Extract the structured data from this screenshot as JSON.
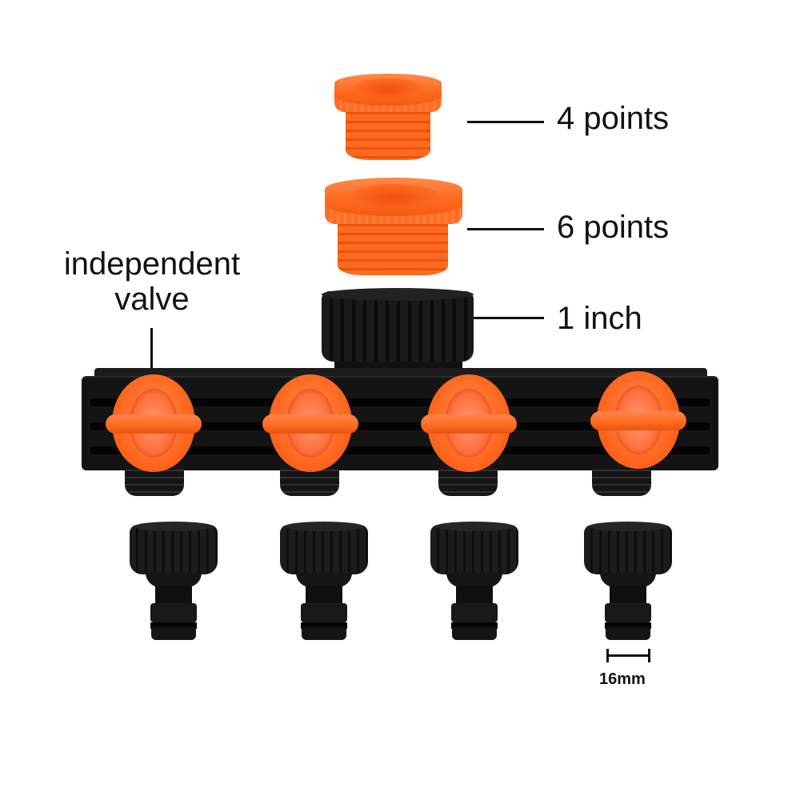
{
  "figure": {
    "type": "product-photo-annotated",
    "subject": "4-way garden hose manifold splitter with independent valves",
    "colors": {
      "background": "#ffffff",
      "orange_plastic": "#ff6a1f",
      "black_plastic": "#141414",
      "text": "#111111"
    }
  },
  "labels": {
    "adapter_small": "4 points",
    "adapter_large": "6 points",
    "inlet": "1 inch",
    "valve_line1": "independent",
    "valve_line2": "valve",
    "dimension": "16mm"
  },
  "components": {
    "adapters": [
      {
        "name": "small reducer adapter",
        "label_ref": "4 points"
      },
      {
        "name": "large reducer adapter",
        "label_ref": "6 points"
      }
    ],
    "inlet": {
      "name": "inlet nut",
      "label_ref": "1 inch"
    },
    "valves": [
      {
        "index": 1
      },
      {
        "index": 2
      },
      {
        "index": 3
      },
      {
        "index": 4
      }
    ],
    "connectors": [
      {
        "index": 1
      },
      {
        "index": 2
      },
      {
        "index": 3
      },
      {
        "index": 4
      }
    ]
  }
}
